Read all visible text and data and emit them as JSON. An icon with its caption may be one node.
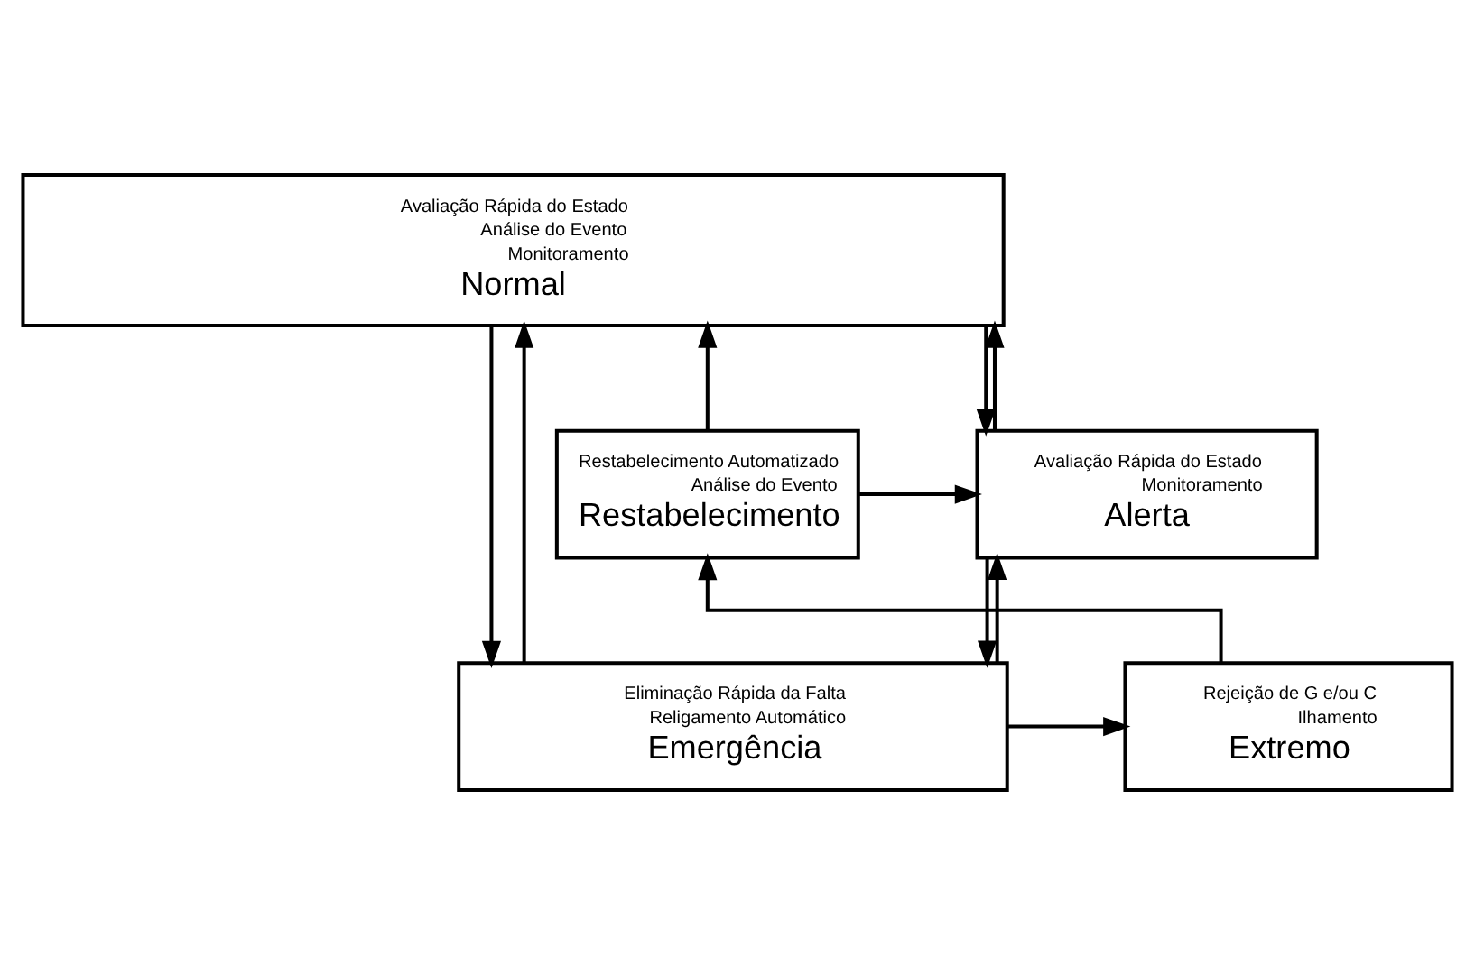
{
  "diagram": {
    "nodes": [
      {
        "text": [
          "Avaliação Rápida do Estado",
          "Análise do Evento",
          "Monitoramento",
          "Normal"
        ]
      },
      {
        "text": [
          "Restabelecimento Automatizado",
          "Análise do Evento",
          "Restabelecimento"
        ]
      },
      {
        "text": [
          "Avaliação Rápida do Estado",
          "Monitoramento",
          "Alerta"
        ]
      },
      {
        "text": [
          "Rejeição de G e/ou C",
          "Ilhamento",
          "Extremo"
        ]
      },
      {
        "text": [
          "Eliminação Rápida da Falta",
          "Religamento Automático",
          "Emergência"
        ]
      }
    ],
    "edges": [
      {
        "from": 1,
        "to": 0,
        "arrow": "to"
      },
      {
        "from": 0,
        "to": 2,
        "arrow": "to"
      },
      {
        "from": 2,
        "to": 0,
        "arrow": "to"
      },
      {
        "from": 1,
        "to": 2,
        "arrow": "to"
      },
      {
        "from": 3,
        "to": 1,
        "arrow": "to"
      },
      {
        "from": 2,
        "to": 4,
        "arrow": "to"
      },
      {
        "from": 4,
        "to": 2,
        "arrow": "to"
      },
      {
        "from": 0,
        "to": 4,
        "arrow": "to"
      },
      {
        "from": 4,
        "to": 0,
        "arrow": "to"
      },
      {
        "from": 4,
        "to": 3,
        "arrow": "to"
      }
    ]
  }
}
